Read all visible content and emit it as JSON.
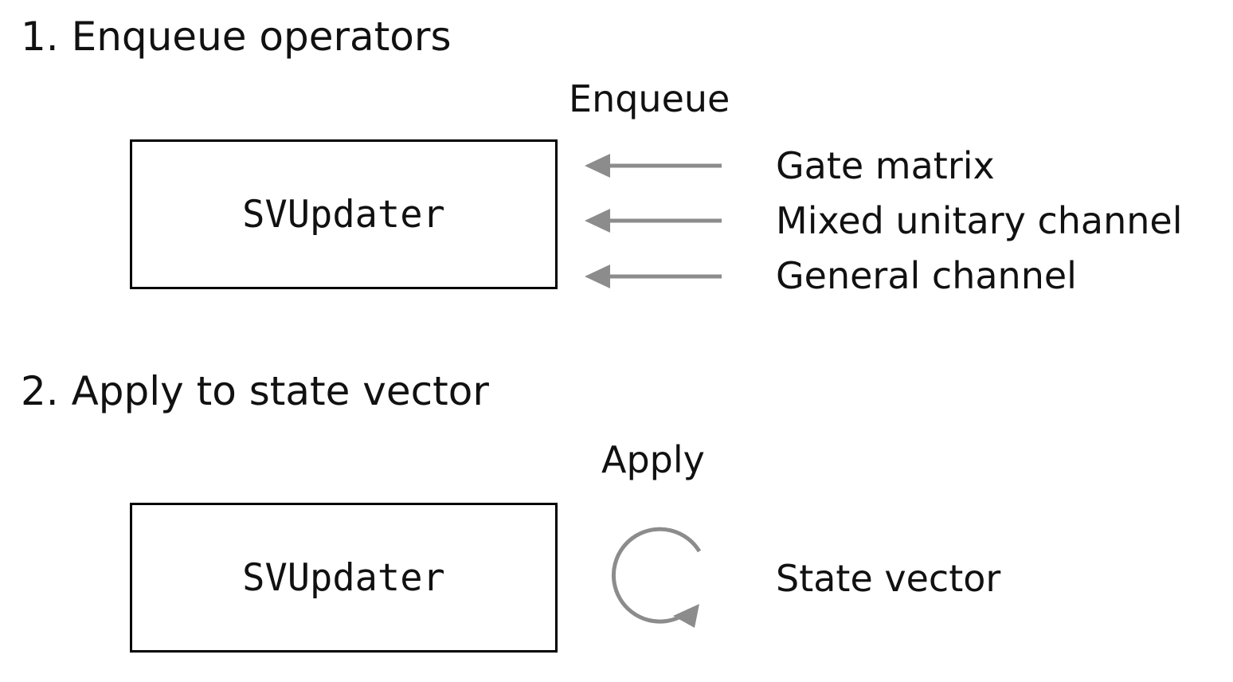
{
  "steps": [
    {
      "heading": "1. Enqueue operators",
      "box_label": "SVUpdater",
      "verb": "Enqueue",
      "operators": [
        "Gate matrix",
        "Mixed unitary channel",
        "General channel"
      ]
    },
    {
      "heading": "2. Apply to state vector",
      "box_label": "SVUpdater",
      "verb": "Apply",
      "target": "State vector"
    }
  ],
  "colors": {
    "arrow": "#8c8c8c",
    "box_border": "#000000",
    "text": "#111111"
  },
  "icons": {
    "enqueue_arrow": "left-arrow-icon",
    "apply_cycle": "circular-arrow-icon"
  }
}
